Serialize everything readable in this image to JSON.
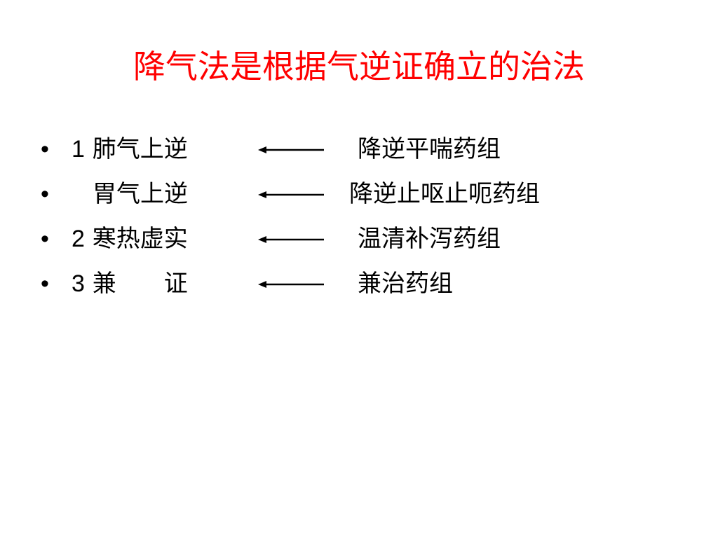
{
  "slide": {
    "title": "降气法是根据气逆证确立的治法",
    "title_color": "#ff0000",
    "bullet_glyph": "•",
    "rows": [
      {
        "number": "1",
        "left": "肺气上逆",
        "right": "降逆平喘药组",
        "arrow": "left-arrow"
      },
      {
        "number": "",
        "left": "胃气上逆",
        "right": "降逆止呕止呃药组",
        "arrow": "left-arrow"
      },
      {
        "number": "2",
        "left": "寒热虚实",
        "right": "温清补泻药组",
        "arrow": "left-arrow"
      },
      {
        "number": "3",
        "left": "兼　　证",
        "right": "兼治药组",
        "arrow": "left-arrow"
      }
    ]
  }
}
